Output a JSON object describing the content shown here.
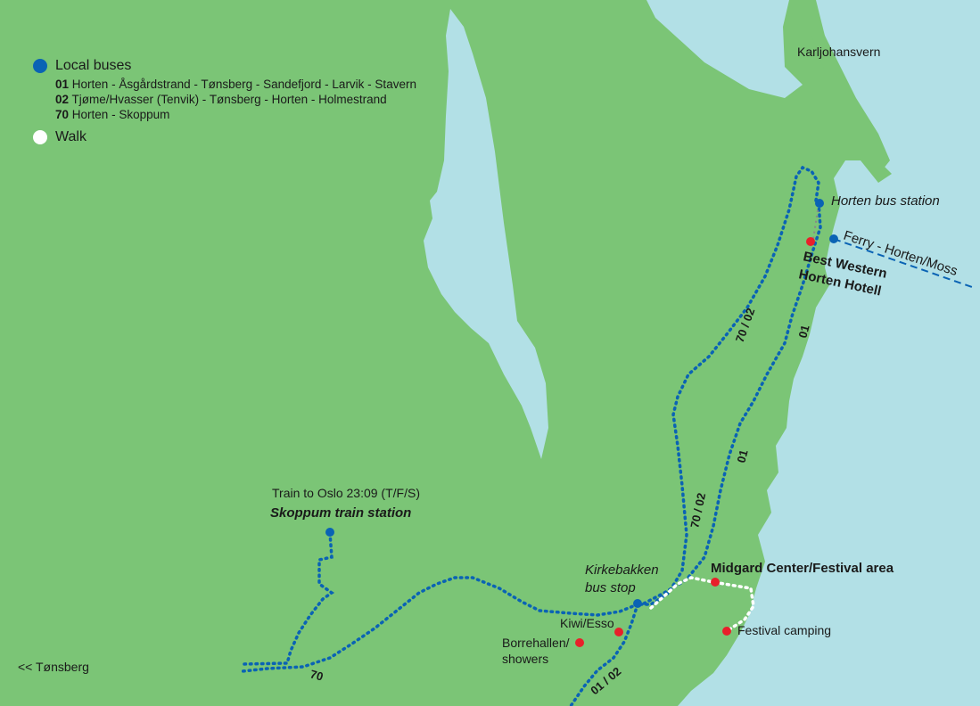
{
  "legend": {
    "local_buses": "Local buses",
    "routes": [
      {
        "num": "01",
        "desc": "Horten - Åsgårdstrand - Tønsberg - Sandefjord - Larvik - Stavern"
      },
      {
        "num": "02",
        "desc": "Tjøme/Hvasser (Tenvik) - Tønsberg - Horten - Holmestrand"
      },
      {
        "num": "70",
        "desc": "Horten - Skoppum"
      }
    ],
    "walk": "Walk",
    "bus_color": "#0a63b4",
    "walk_color": "#ffffff"
  },
  "places": {
    "karljohansvern": "Karljohansvern",
    "horten_bus_station": "Horten bus station",
    "ferry": "Ferry - Horten/Moss",
    "hotel_line1": "Best Western",
    "hotel_line2": "Horten Hotell",
    "train_note": "Train to Oslo 23:09 (T/F/S)",
    "skoppum": "Skoppum train station",
    "kirkebakken_line1": "Kirkebakken",
    "kirkebakken_line2": "bus stop",
    "midgard": "Midgard Center/Festival area",
    "kiwi": "Kiwi/Esso",
    "borrehallen_line1": "Borrehallen/",
    "borrehallen_line2": "showers",
    "festival_camping": "Festival camping",
    "tonsberg": "<< Tønsberg"
  },
  "route_labels": {
    "r70_02": "70 / 02",
    "r01": "01",
    "r70": "70",
    "r01_02": "01 / 02"
  },
  "colors": {
    "land": "#7bc576",
    "water": "#b2e0e6",
    "route": "#0a63b4",
    "poi": "#e8202a",
    "ferry_line": "#0a63b4"
  }
}
